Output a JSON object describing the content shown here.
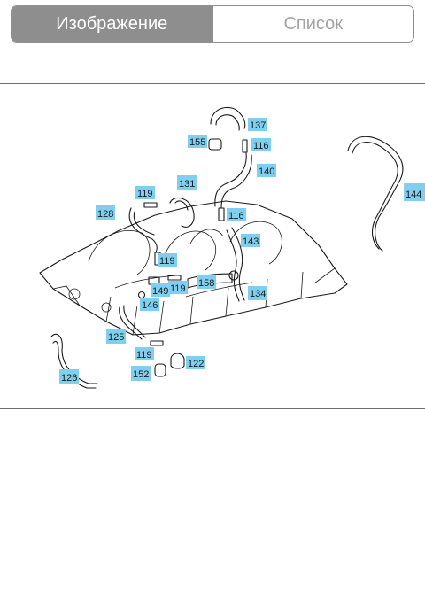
{
  "segmented_control": {
    "image_label": "Изображение",
    "list_label": "Список",
    "selected": "Изображение"
  },
  "diagram": {
    "callouts": [
      "137",
      "155",
      "116",
      "140",
      "144",
      "131",
      "119",
      "128",
      "116",
      "143",
      "119",
      "158",
      "149",
      "119",
      "146",
      "134",
      "125",
      "119",
      "122",
      "152",
      "126"
    ]
  }
}
